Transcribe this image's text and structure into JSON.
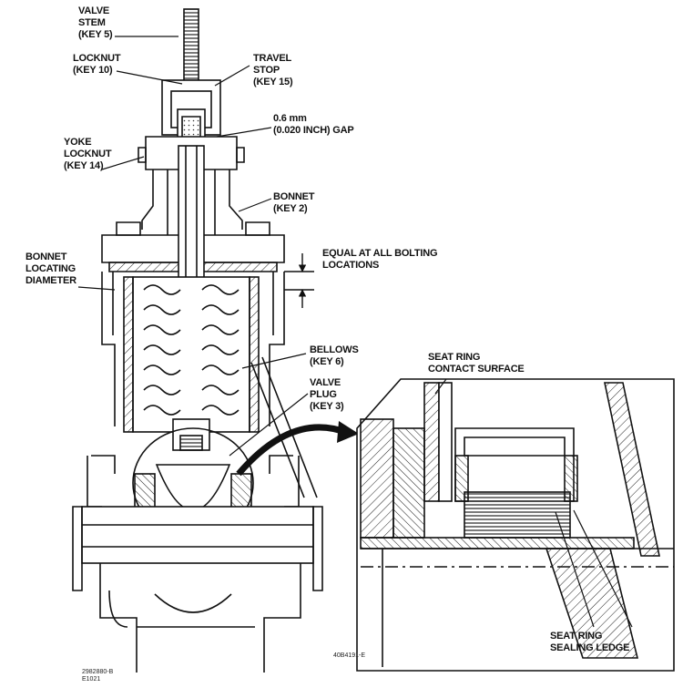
{
  "labels": {
    "valve_stem": [
      "VALVE",
      "STEM",
      "(KEY 5)"
    ],
    "locknut": [
      "LOCKNUT",
      "(KEY 10)"
    ],
    "travel_stop": [
      "TRAVEL",
      "STOP",
      "(KEY 15)"
    ],
    "gap": [
      "0.6 mm",
      "(0.020 INCH) GAP"
    ],
    "yoke_locknut": [
      "YOKE",
      "LOCKNUT",
      "(KEY 14)"
    ],
    "bonnet": [
      "BONNET",
      "(KEY 2)"
    ],
    "equal_bolting": [
      "EQUAL AT ALL BOLTING",
      "LOCATIONS"
    ],
    "bonnet_locating": [
      "BONNET",
      "LOCATING",
      "DIAMETER"
    ],
    "bellows": [
      "BELLOWS",
      "(KEY 6)"
    ],
    "valve_plug": [
      "VALVE",
      "PLUG",
      "(KEY 3)"
    ],
    "seat_contact": [
      "SEAT RING",
      "CONTACT SURFACE"
    ],
    "seat_ledge": [
      "SEAT RING",
      "SEALING LEDGE"
    ]
  },
  "codes": {
    "left": [
      "2982880-B",
      "E1021"
    ],
    "right": "40B4191-E"
  }
}
